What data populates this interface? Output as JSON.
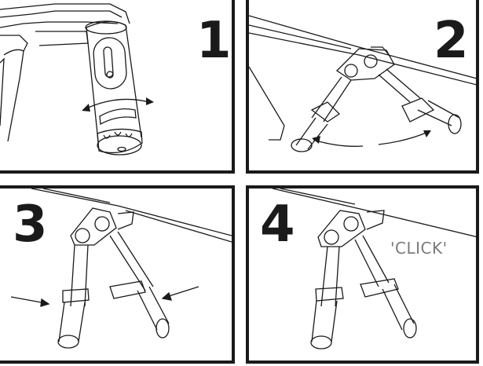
{
  "panels": [
    {
      "step": "1",
      "description": "Rotate the locking collar on the leg"
    },
    {
      "step": "2",
      "description": "Swing both legs outward"
    },
    {
      "step": "3",
      "description": "Push legs inward"
    },
    {
      "step": "4",
      "description": "Legs lock into place",
      "annotation": "'CLICK'"
    }
  ],
  "colors": {
    "ink": "#1a1a1a",
    "annotation": "#7a7a7a",
    "background": "#ffffff"
  }
}
